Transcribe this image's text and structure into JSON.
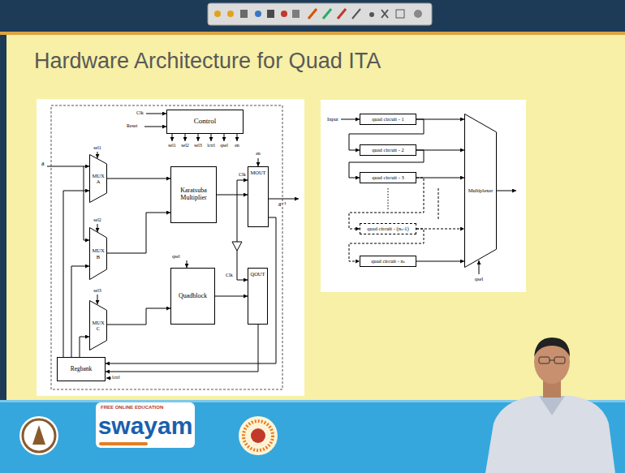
{
  "diagram": {
    "title": "Hardware Architecture for Quad ITA",
    "nodes": [
      {
        "text": [
          "Control"
        ]
      },
      {
        "text": [
          "MUX A"
        ]
      },
      {
        "text": [
          "Karatsuba Multiplier"
        ]
      },
      {
        "text": [
          "MOUT"
        ]
      },
      {
        "text": [
          "MUX B"
        ]
      },
      {
        "text": [
          "Quadblock"
        ]
      },
      {
        "text": [
          "QOUT"
        ]
      },
      {
        "text": [
          "MUX C"
        ]
      },
      {
        "text": [
          "Regbank"
        ]
      },
      {
        "text": [
          "quad circuit - 1"
        ]
      },
      {
        "text": [
          "quad circuit - 2"
        ]
      },
      {
        "text": [
          "quad circuit - 3"
        ]
      },
      {
        "text": [
          "quad circuit - (nₛ-1)"
        ]
      },
      {
        "text": [
          "quad circuit - nₛ"
        ]
      },
      {
        "text": [
          "Multiplexer"
        ]
      }
    ],
    "edges": [
      {
        "from": 1,
        "to": 2,
        "arrow": "to"
      },
      {
        "from": 4,
        "to": 2,
        "arrow": "to"
      },
      {
        "from": 2,
        "to": 3,
        "arrow": "to"
      },
      {
        "from": 7,
        "to": 5,
        "arrow": "to"
      },
      {
        "from": 5,
        "to": 6,
        "arrow": "to"
      },
      {
        "from": 3,
        "to": 8,
        "arrow": "to"
      },
      {
        "from": 6,
        "to": 8,
        "arrow": "to"
      },
      {
        "from": 8,
        "to": 1,
        "arrow": "to"
      },
      {
        "from": 8,
        "to": 4,
        "arrow": "to"
      },
      {
        "from": 8,
        "to": 7,
        "arrow": "to"
      },
      {
        "from": 9,
        "to": 14,
        "arrow": "to"
      },
      {
        "from": 9,
        "to": 10,
        "arrow": "to"
      },
      {
        "from": 10,
        "to": 14,
        "arrow": "to"
      },
      {
        "from": 10,
        "to": 11,
        "arrow": "to"
      },
      {
        "from": 11,
        "to": 14,
        "arrow": "to"
      },
      {
        "from": 11,
        "to": 12,
        "arrow": "to"
      },
      {
        "from": 12,
        "to": 14,
        "arrow": "to"
      },
      {
        "from": 12,
        "to": 13,
        "arrow": "to"
      },
      {
        "from": 13,
        "to": 14,
        "arrow": "to"
      }
    ],
    "labels": [
      "Clk",
      "Reset",
      "sel1",
      "sel2",
      "sel3",
      "lctrl",
      "qsel",
      "en",
      "a",
      "sel1",
      "sel2",
      "sel3",
      "en",
      "Clk",
      "a⁻¹",
      "Clk",
      "qsel",
      "lctrl",
      "Input",
      "qsel",
      "FREE ONLINE EDUCATION",
      "swayam"
    ]
  }
}
